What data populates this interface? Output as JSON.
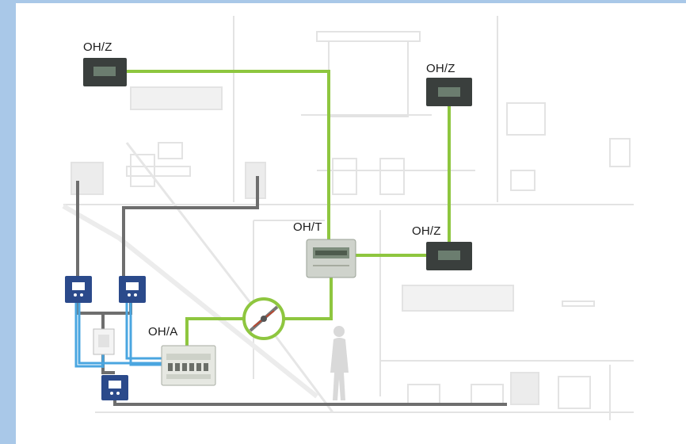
{
  "labels": {
    "zone_top_left": "OH/Z",
    "zone_top_right": "OH/Z",
    "zone_mid_right": "OH/Z",
    "thermostat": "OH/T",
    "actuator": "OH/A"
  },
  "colors": {
    "green_line": "#8ec63f",
    "blue_line": "#4aa6e0",
    "gray_line": "#6e6e6e",
    "device_dark": "#3a3f3d",
    "device_blue": "#2b4a8b",
    "border_blue": "#a9c8e8"
  },
  "icons": {
    "valve": "valve-icon",
    "zone_panel": "zone-panel-icon",
    "thermostat_panel": "thermostat-panel-icon",
    "distribution_box": "distribution-box-icon",
    "blue_switch": "switch-box-icon",
    "person": "person-silhouette-icon"
  }
}
